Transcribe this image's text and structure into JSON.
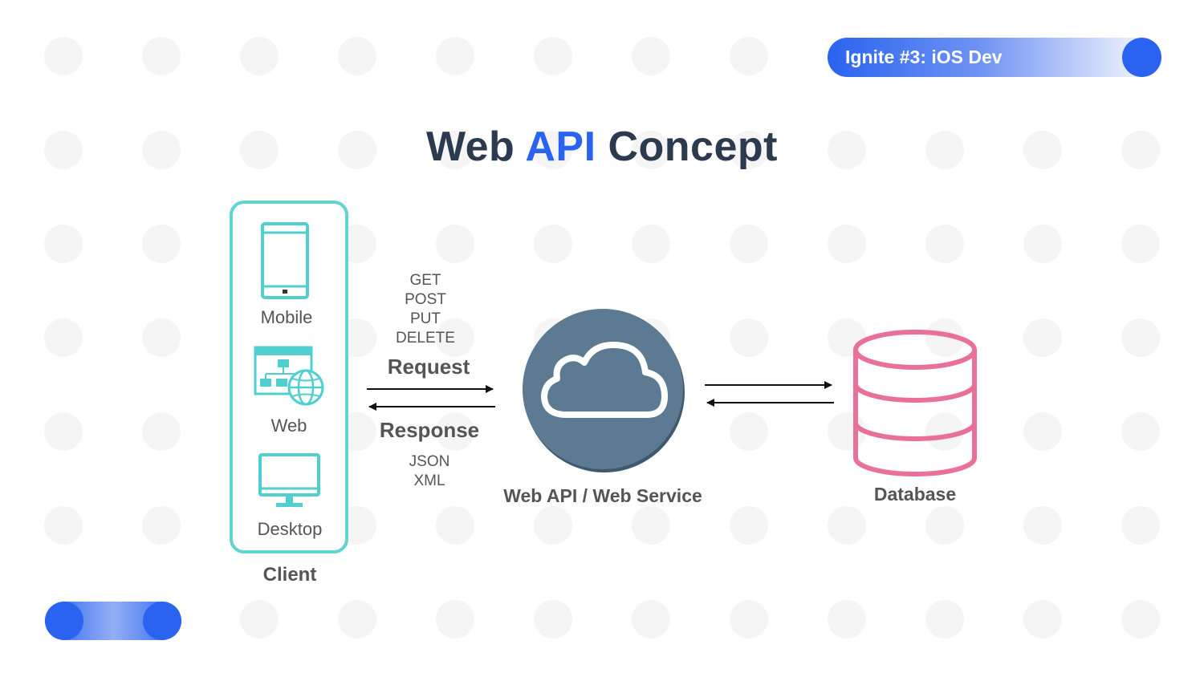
{
  "badge": {
    "label": "Ignite #3: iOS Dev"
  },
  "title": {
    "part1": "Web ",
    "accent": "API",
    "part2": " Concept"
  },
  "colors": {
    "brand_blue": "#2a63f0",
    "title_dark": "#2b3a4f",
    "client_teal": "#5fd4d0",
    "cloud_circle": "#5c7a91",
    "database_pink": "#e8709a"
  },
  "diagram": {
    "client": {
      "label": "Client",
      "items": [
        {
          "label": "Mobile",
          "icon": "mobile-icon"
        },
        {
          "label": "Web",
          "icon": "web-sitemap-globe-icon"
        },
        {
          "label": "Desktop",
          "icon": "desktop-monitor-icon"
        }
      ]
    },
    "request": {
      "methods": [
        "GET",
        "POST",
        "PUT",
        "DELETE"
      ],
      "label": "Request"
    },
    "response": {
      "label": "Response",
      "formats": [
        "JSON",
        "XML"
      ]
    },
    "service": {
      "label": "Web API / Web Service",
      "icon": "cloud-icon"
    },
    "database": {
      "label": "Database",
      "icon": "database-icon"
    }
  }
}
